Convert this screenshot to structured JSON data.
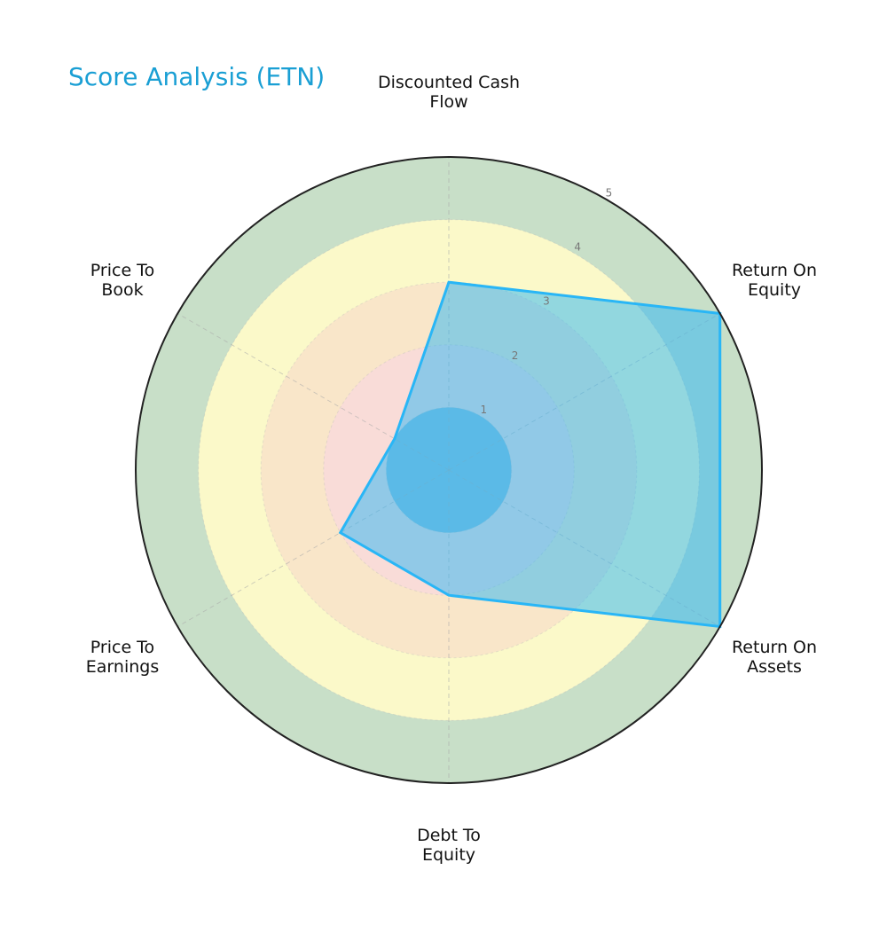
{
  "chart_data": {
    "type": "radar",
    "title": "Score Analysis (ETN)",
    "categories": [
      "Discounted Cash Flow",
      "Return On Equity",
      "Return On Assets",
      "Debt To Equity",
      "Price To Earnings",
      "Price To Book"
    ],
    "category_labels": [
      "Discounted Cash\nFlow",
      "Return On\nEquity",
      "Return On\nAssets",
      "Debt To\nEquity",
      "Price To\nEarnings",
      "Price To\nBook"
    ],
    "series": [
      {
        "name": "ETN",
        "values": [
          3,
          5,
          5,
          2,
          2,
          1
        ]
      }
    ],
    "rlim": [
      0,
      5
    ],
    "radial_ticks": [
      "1",
      "2",
      "3",
      "4",
      "5"
    ],
    "grid": true,
    "legend": null
  },
  "style": {
    "title_color": "#1a9fd4",
    "band_colors": [
      "#8dbfd8",
      "#f9dcd8",
      "#f9e6c9",
      "#fbf9c9",
      "#c8dfc8"
    ],
    "polygon_fill": "#29b6f6",
    "polygon_fill_opacity": 0.5,
    "polygon_stroke": "#29b6f6",
    "outer_ring_color": "#222222"
  }
}
